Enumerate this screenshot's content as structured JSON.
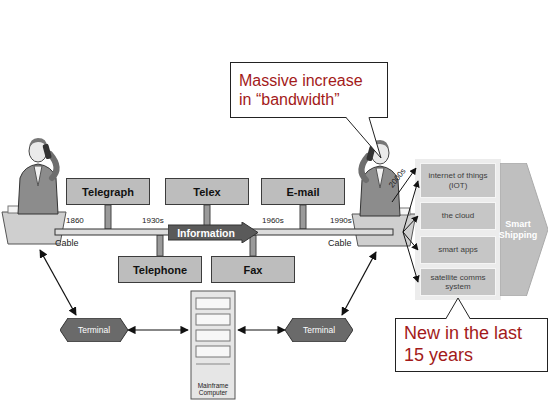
{
  "diagram": {
    "nodes": [
      {
        "text": [
          "Massive increase in “bandwidth”"
        ]
      },
      {
        "text": [
          "Telegraph"
        ]
      },
      {
        "text": [
          "Telex"
        ]
      },
      {
        "text": [
          "E-mail"
        ]
      },
      {
        "text": [
          "Information"
        ]
      },
      {
        "text": [
          "internet of things (IOT)"
        ]
      },
      {
        "text": [
          "the cloud"
        ]
      },
      {
        "text": [
          "smart apps"
        ]
      },
      {
        "text": [
          "satellite comms system"
        ]
      },
      {
        "text": [
          "Smart Shipping"
        ]
      },
      {
        "text": [
          "Telephone"
        ]
      },
      {
        "text": [
          "Fax"
        ]
      },
      {
        "text": [
          "New in the last 15 years"
        ]
      },
      {
        "text": [
          "Terminal"
        ]
      },
      {
        "text": [
          "Mainframe Computer"
        ]
      },
      {
        "text": [
          "Terminal"
        ]
      }
    ],
    "edges": [
      {
        "from": 13,
        "to": 14,
        "arrow": "both"
      },
      {
        "from": 14,
        "to": 15,
        "arrow": "both"
      }
    ],
    "labels": [
      "2000s",
      "1860",
      "1930s",
      "1960s",
      "1990s",
      "Cable",
      "Cable"
    ]
  }
}
